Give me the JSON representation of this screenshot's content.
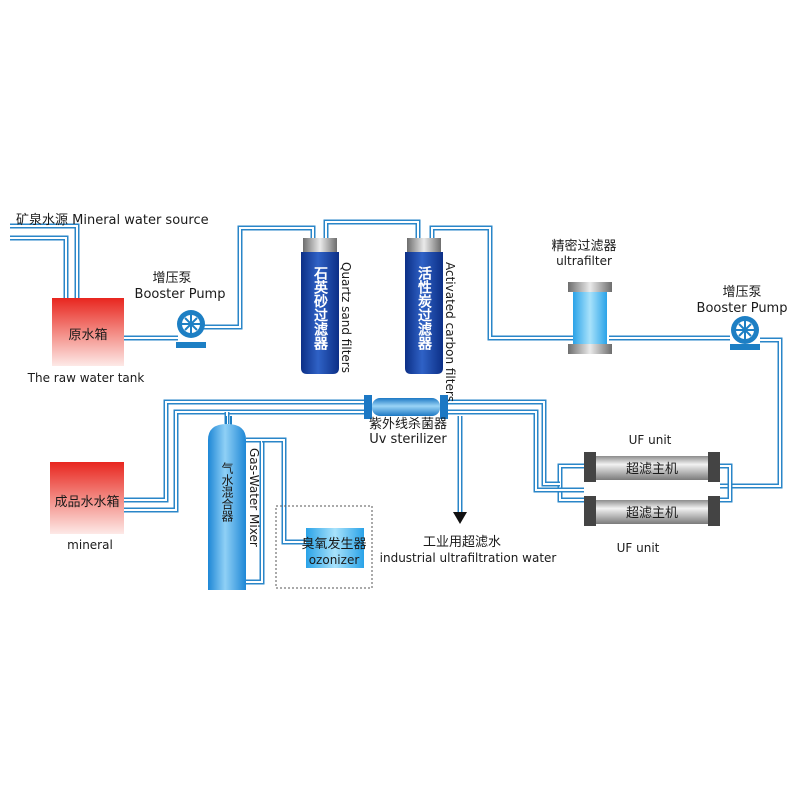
{
  "labels": {
    "mineral_source": "矿泉水源  Mineral water source",
    "raw_tank": "原水箱",
    "raw_tank_en": "The raw water tank",
    "booster1_cn": "增压泵",
    "booster1_en": "Booster Pump",
    "quartz_cn": "石英砂过滤器",
    "quartz_en": "Quartz sand filters",
    "carbon_cn": "活性炭过滤器",
    "carbon_en": "Activated carbon filters",
    "ultrafilter_cn": "精密过滤器",
    "ultrafilter_en": "ultrafilter",
    "booster2_cn": "增压泵",
    "booster2_en": "Booster Pump",
    "uv_cn": "紫外线杀菌器",
    "uv_en": "Uv sterilizer",
    "uf_top": "UF unit",
    "uf1": "超滤主机",
    "uf2": "超滤主机",
    "uf_bottom": "UF unit",
    "product_tank": "成品水水箱",
    "product_tank_en": "mineral",
    "mixer_cn": "气水混合器",
    "mixer_en": "Gas-Water Mixer",
    "ozone_cn": "臭氧发生器",
    "ozone_en": "ozonizer",
    "industrial_cn": "工业用超滤水",
    "industrial_en": "industrial ultrafiltration water"
  },
  "colors": {
    "pipe": "#2a86c8",
    "tank_red": "#e8261f",
    "filter_blue": "#1a4aa8",
    "mixer_blue": "#3aa7e6",
    "pump_blue": "#1d7fc4"
  }
}
